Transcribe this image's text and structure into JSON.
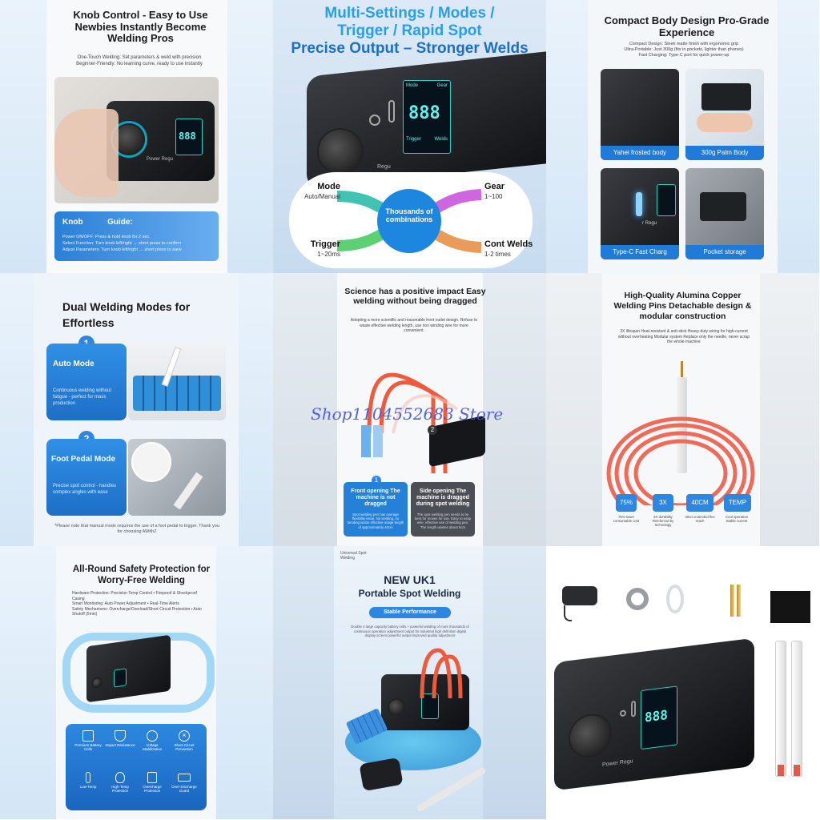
{
  "tile1": {
    "title": "Knob Control - Easy to Use Newbies Instantly Become Welding Pros",
    "sub1": "One-Touch Welding: Set parameters & weld with precision",
    "sub2": "Beginner-Friendly: No learning curve, ready to use instantly",
    "device_label": "Power Regu",
    "guide_title": "Knob           Guide:",
    "guide_lines": [
      "Power ON/OFF: Press & hold knob for 2 sec",
      "Select Function: Turn knob left/right → short press to confirm",
      "Adjust Parameters: Turn knob left/right → short press to save"
    ]
  },
  "tile2": {
    "title1": "Multi-Settings / Modes /",
    "title2": "Trigger / Rapid Spot",
    "title3": "Precise Output – Stronger Welds",
    "center": "Thousands of combinations",
    "mode": "Mode",
    "mode_v": "Auto/Manual",
    "gear": "Gear",
    "gear_v": "1~100",
    "trigger": "Trigger",
    "trigger_v": "1~20ms",
    "cont": "Cont Welds",
    "cont_v": "1-2 times",
    "screen_digits": "888",
    "screen_top_left": "Mode",
    "screen_top_right": "Gear",
    "screen_bottom_left": "Trigger",
    "screen_bottom_right": "Welds",
    "brand": "Regu",
    "colors": {
      "mode": "#1fb9a5",
      "gear": "#c54bd8",
      "trigger": "#3fc85a",
      "cont": "#e58a3d"
    }
  },
  "tile3": {
    "title": "Compact Body Design Pro-Grade Experience",
    "sub1": "Compact Design: Sleek matte finish with ergonomic grip",
    "sub2": "Ultra-Portable: Just 300g (fits in pockets, lighter than phones)",
    "sub3": "Fast Charging: Type-C port for quick power-up",
    "cap1": "Yahei frosted body",
    "cap2": "300g Palm Body",
    "cap3": "Type-C Fast Charg",
    "cap4": "Pocket storage",
    "c_label": "r Regu"
  },
  "tile4": {
    "title": "Dual Welding Modes for Effortless",
    "auto_num": "1",
    "auto_title": "Auto Mode",
    "auto_desc": "Continuous welding without fatigue - perfect for mass production",
    "foot_num": "2",
    "foot_title": "Foot Pedal Mode",
    "foot_desc": "Precise spot control - handles complex angles with ease",
    "note": "*Please note that manual mode requires the use of a foot pedal to trigger. Thank you for choosing AWithZ"
  },
  "tile5": {
    "title": "Science has a positive impact Easy welding without being dragged",
    "sub": "Adopting a more scientific and reasonable front outlet design. Refuse to waste effective welding length, use non winding wire for more convenient.",
    "mark1": "1",
    "mark2": "2",
    "front_title": "Front opening The machine is not dragged",
    "front_desc": "Spot welding pen has average flexibility issue. No welding, no bending waste effective usage length of approximately 40cm",
    "side_title": "Side opening The machine is dragged during spot welding",
    "side_desc": "The spot welding pen needs to be bent for moves for use. Easy to wrap wire, effective use of welding pen. The length wastes about 5cm"
  },
  "tile6": {
    "title": "High-Quality Alumina Copper Welding Pins Detachable design & modular construction",
    "sub": "3X lifespan   Heat-resistant & anti-stick   Heavy-duty wiring for high-current   without overheating   Modular system   Replace only the needle, never scrap the whole machine",
    "stats": [
      {
        "v": "75%",
        "d": "75% lower consumable cost"
      },
      {
        "v": "3X",
        "d": "3X durability Reinforced by technology"
      },
      {
        "v": "40CM",
        "d": "40cm extended flex reach"
      },
      {
        "v": "TEMP",
        "d": "Cool operation Stable current"
      }
    ]
  },
  "tile7": {
    "title": "All-Round Safety Protection for Worry-Free Welding",
    "sub1": "Hardware Protection: Precision Temp Control • Fireproof & Shockproof Casing",
    "sub2": "Smart Monitoring: Auto Power Adjustment • Real-Time Alerts",
    "sub3": "Safety Mechanisms: Overcharge/Overload/Short-Circuit Protection • Auto Shutoff (5min)",
    "icons": [
      {
        "label": "Premium Battery Cells",
        "icon": "battery-icon"
      },
      {
        "label": "Impact Resistance",
        "icon": "shield-icon"
      },
      {
        "label": "Voltage Stabilization",
        "icon": "voltage-icon"
      },
      {
        "label": "Short-Circuit Prevention",
        "icon": "x-circle-icon"
      },
      {
        "label": "Low-Temp",
        "icon": "thermometer-icon"
      },
      {
        "label": "High-Temp Protection",
        "icon": "fire-icon"
      },
      {
        "label": "Overcharge Protection",
        "icon": "plug-icon"
      },
      {
        "label": "Over-Discharge Guard",
        "icon": "battery-low-icon"
      }
    ]
  },
  "tile8": {
    "corner": "Universal Spot Welding",
    "title1": "NEW UK1",
    "title2": "Portable Spot Welding",
    "pill": "Stable Performance",
    "desc": "Double 4 large capacity battery cells + powerful welding of more thousands of continuous operation adjustment output for industrial high definition digital display screen powerful output improved quality adjustment"
  },
  "tile9": {
    "device_label": "Power Regu",
    "screen_digits": "888"
  },
  "watermark": "Shop1104552683 Store"
}
